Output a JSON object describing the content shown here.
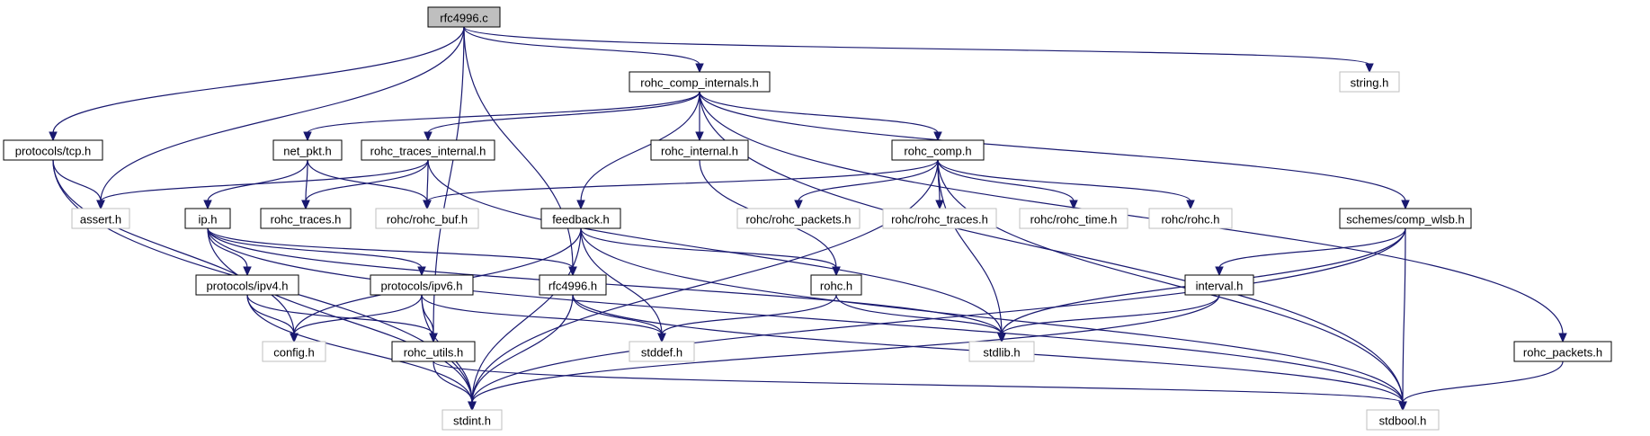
{
  "nodes": {
    "rfc4996_c": {
      "label": "rfc4996.c",
      "kind": "root"
    },
    "string_h": {
      "label": "string.h",
      "kind": "ext"
    },
    "rohc_comp_internals_h": {
      "label": "rohc_comp_internals.h",
      "kind": "local"
    },
    "protocols_tcp_h": {
      "label": "protocols/tcp.h",
      "kind": "local"
    },
    "net_pkt_h": {
      "label": "net_pkt.h",
      "kind": "local"
    },
    "rohc_traces_internal_h": {
      "label": "rohc_traces_internal.h",
      "kind": "local"
    },
    "rohc_internal_h": {
      "label": "rohc_internal.h",
      "kind": "local"
    },
    "rohc_comp_h": {
      "label": "rohc_comp.h",
      "kind": "local"
    },
    "assert_h": {
      "label": "assert.h",
      "kind": "ext"
    },
    "rohc_traces_h": {
      "label": "rohc_traces.h",
      "kind": "local"
    },
    "rohc_rohc_buf_h": {
      "label": "rohc/rohc_buf.h",
      "kind": "ext"
    },
    "ip_h": {
      "label": "ip.h",
      "kind": "local"
    },
    "feedback_h": {
      "label": "feedback.h",
      "kind": "local"
    },
    "rohc_rohc_packets_h": {
      "label": "rohc/rohc_packets.h",
      "kind": "ext"
    },
    "rohc_rohc_traces_h": {
      "label": "rohc/rohc_traces.h",
      "kind": "ext"
    },
    "rohc_rohc_time_h": {
      "label": "rohc/rohc_time.h",
      "kind": "ext"
    },
    "rohc_rohc_h": {
      "label": "rohc/rohc.h",
      "kind": "ext"
    },
    "schemes_comp_wlsb_h": {
      "label": "schemes/comp_wlsb.h",
      "kind": "local"
    },
    "protocols_ipv4_h": {
      "label": "protocols/ipv4.h",
      "kind": "local"
    },
    "protocols_ipv6_h": {
      "label": "protocols/ipv6.h",
      "kind": "local"
    },
    "rfc4996_h": {
      "label": "rfc4996.h",
      "kind": "local"
    },
    "rohc_h": {
      "label": "rohc.h",
      "kind": "local"
    },
    "interval_h": {
      "label": "interval.h",
      "kind": "local"
    },
    "config_h": {
      "label": "config.h",
      "kind": "ext"
    },
    "rohc_utils_h": {
      "label": "rohc_utils.h",
      "kind": "local"
    },
    "stddef_h": {
      "label": "stddef.h",
      "kind": "ext"
    },
    "stdlib_h": {
      "label": "stdlib.h",
      "kind": "ext"
    },
    "rohc_packets_h": {
      "label": "rohc_packets.h",
      "kind": "local"
    },
    "stdint_h": {
      "label": "stdint.h",
      "kind": "ext"
    },
    "stdbool_h": {
      "label": "stdbool.h",
      "kind": "ext"
    }
  },
  "edges": [
    [
      "rfc4996_c",
      "string_h"
    ],
    [
      "rfc4996_c",
      "rohc_comp_internals_h"
    ],
    [
      "rfc4996_c",
      "protocols_tcp_h"
    ],
    [
      "rfc4996_c",
      "assert_h"
    ],
    [
      "rfc4996_c",
      "rfc4996_h"
    ],
    [
      "rfc4996_c",
      "rohc_utils_h"
    ],
    [
      "rohc_comp_internals_h",
      "net_pkt_h"
    ],
    [
      "rohc_comp_internals_h",
      "rohc_traces_internal_h"
    ],
    [
      "rohc_comp_internals_h",
      "rohc_internal_h"
    ],
    [
      "rohc_comp_internals_h",
      "rohc_comp_h"
    ],
    [
      "rohc_comp_internals_h",
      "feedback_h"
    ],
    [
      "rohc_comp_internals_h",
      "schemes_comp_wlsb_h"
    ],
    [
      "rohc_comp_internals_h",
      "rohc_packets_h"
    ],
    [
      "rohc_comp_internals_h",
      "stdbool_h"
    ],
    [
      "protocols_tcp_h",
      "assert_h"
    ],
    [
      "protocols_tcp_h",
      "config_h"
    ],
    [
      "protocols_tcp_h",
      "stdint_h"
    ],
    [
      "net_pkt_h",
      "ip_h"
    ],
    [
      "net_pkt_h",
      "rohc_traces_h"
    ],
    [
      "net_pkt_h",
      "rohc_rohc_buf_h"
    ],
    [
      "rohc_traces_internal_h",
      "assert_h"
    ],
    [
      "rohc_traces_internal_h",
      "rohc_traces_h"
    ],
    [
      "rohc_traces_internal_h",
      "rohc_rohc_buf_h"
    ],
    [
      "rohc_traces_internal_h",
      "stdlib_h"
    ],
    [
      "rohc_internal_h",
      "rohc_h"
    ],
    [
      "rohc_comp_h",
      "rohc_rohc_buf_h"
    ],
    [
      "rohc_comp_h",
      "rohc_rohc_packets_h"
    ],
    [
      "rohc_comp_h",
      "rohc_rohc_traces_h"
    ],
    [
      "rohc_comp_h",
      "rohc_rohc_time_h"
    ],
    [
      "rohc_comp_h",
      "rohc_rohc_h"
    ],
    [
      "rohc_comp_h",
      "stdint_h"
    ],
    [
      "rohc_comp_h",
      "stdlib_h"
    ],
    [
      "rohc_comp_h",
      "stdbool_h"
    ],
    [
      "ip_h",
      "protocols_ipv4_h"
    ],
    [
      "ip_h",
      "protocols_ipv6_h"
    ],
    [
      "ip_h",
      "rfc4996_h"
    ],
    [
      "ip_h",
      "stdlib_h"
    ],
    [
      "ip_h",
      "stdbool_h"
    ],
    [
      "ip_h",
      "stdint_h"
    ],
    [
      "feedback_h",
      "rohc_h"
    ],
    [
      "feedback_h",
      "config_h"
    ],
    [
      "feedback_h",
      "stddef_h"
    ],
    [
      "feedback_h",
      "stdint_h"
    ],
    [
      "feedback_h",
      "stdbool_h"
    ],
    [
      "schemes_comp_wlsb_h",
      "interval_h"
    ],
    [
      "schemes_comp_wlsb_h",
      "stdlib_h"
    ],
    [
      "schemes_comp_wlsb_h",
      "stdint_h"
    ],
    [
      "schemes_comp_wlsb_h",
      "stdbool_h"
    ],
    [
      "protocols_ipv4_h",
      "config_h"
    ],
    [
      "protocols_ipv4_h",
      "rohc_utils_h"
    ],
    [
      "protocols_ipv4_h",
      "stdint_h"
    ],
    [
      "protocols_ipv6_h",
      "config_h"
    ],
    [
      "protocols_ipv6_h",
      "rohc_utils_h"
    ],
    [
      "protocols_ipv6_h",
      "stddef_h"
    ],
    [
      "protocols_ipv6_h",
      "stdint_h"
    ],
    [
      "rfc4996_h",
      "stddef_h"
    ],
    [
      "rfc4996_h",
      "stdint_h"
    ],
    [
      "rfc4996_h",
      "stdbool_h"
    ],
    [
      "rohc_h",
      "stddef_h"
    ],
    [
      "rohc_h",
      "stdlib_h"
    ],
    [
      "interval_h",
      "stdlib_h"
    ],
    [
      "interval_h",
      "stdint_h"
    ],
    [
      "rohc_utils_h",
      "stdint_h"
    ],
    [
      "rohc_utils_h",
      "stdbool_h"
    ],
    [
      "rohc_packets_h",
      "stdbool_h"
    ]
  ],
  "colors": {
    "edge": "#191970",
    "root_fill": "#bfbfbf",
    "local_border": "#000000",
    "external_border": "#bfbfbf"
  }
}
